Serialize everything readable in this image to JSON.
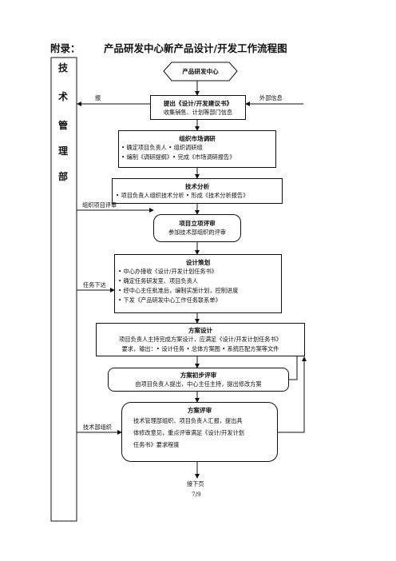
{
  "header": {
    "label": "附录：",
    "title": "产品研发中心新产品设计/开发工作流程图"
  },
  "department": [
    "技",
    "术",
    "管",
    "理",
    "部"
  ],
  "nodes": {
    "start": "产品研发中心",
    "proposal": {
      "title": "提出《设计/开发建议书》",
      "body": "收集销售、计划等部门信息"
    },
    "research": {
      "title": "组织市场调研",
      "lines": [
        "• 确定项目负责人 • 组织调研组",
        "• 编制《调研提纲》• 完成《市场调研报告》"
      ]
    },
    "analysis": {
      "title": "技术分析",
      "lines": [
        "• 项目负责人组织技术分析 • 形成《技术分析报告》"
      ]
    },
    "approval": {
      "title": "项目立项评审",
      "body": "参加技术部组织的评审"
    },
    "planning": {
      "title": "设计策划",
      "lines": [
        "• 中心办接收《设计/开发计划任务书》",
        "• 确定任务研发室、项目负责人",
        "• 经中心主任批准后，编制实施计划，控制进度",
        "• 下发《产品研发中心工作任务联系单》"
      ]
    },
    "design": {
      "title": "方案设计",
      "lines": [
        "项目负责人主持完成方案设计，应满足《设计/开发计划任务书》",
        "要求，输出：• 设计任务 • 总体方案图 • 系统匹配方案等文件"
      ]
    },
    "prelim_review": {
      "title": "方案初步评审",
      "body": "由项目负责人提出，中心主任主持，提出修改方案"
    },
    "review": {
      "title": "方案评审",
      "lines": [
        "技术管理部组织、项目负责人汇报，提出具",
        "体修改意见，重点评审满足《设计/开发计划",
        "任务书》要求程度"
      ]
    }
  },
  "side_labels": {
    "report": "报",
    "external": "外部信息",
    "org_review": "组织项目评审",
    "task_issue": "任务下达",
    "tech_org": "技术部组织"
  },
  "footer": {
    "continue": "接下页",
    "page": "7/9"
  }
}
